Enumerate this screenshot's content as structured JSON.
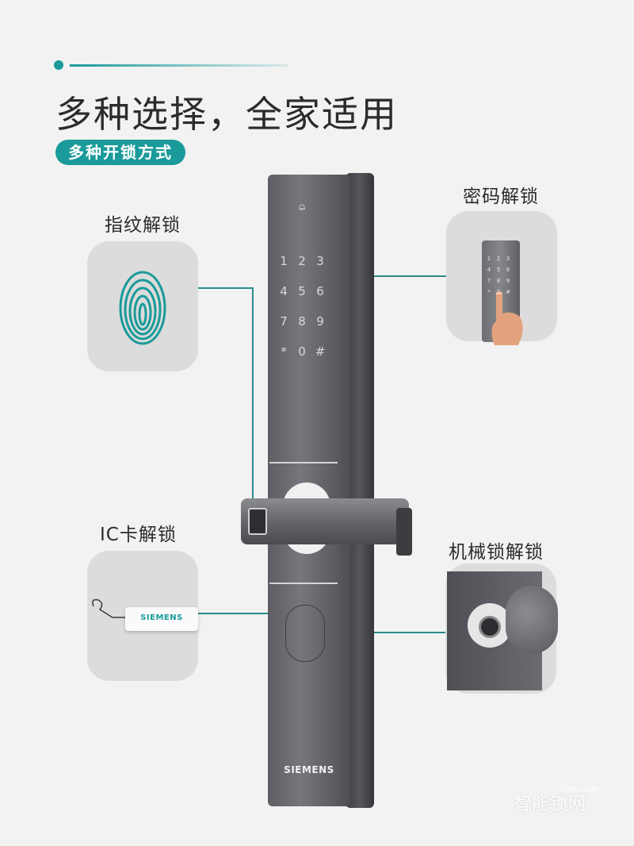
{
  "header": {
    "headline": "多种选择，全家适用",
    "subtag": "多种开锁方式"
  },
  "features": {
    "fingerprint": "指纹解锁",
    "password": "密码解锁",
    "ic_card": "IC卡解锁",
    "mechanical": "机械锁解锁"
  },
  "lock": {
    "brand": "SIEMENS",
    "keys": [
      "1",
      "2",
      "3",
      "4",
      "5",
      "6",
      "7",
      "8",
      "9",
      "*",
      "0",
      "#"
    ]
  },
  "ic_tag": {
    "brand": "SIEMENS"
  },
  "watermark": {
    "text": "智能锁网",
    "url": "Chixin.com"
  },
  "colors": {
    "accent": "#1a9a9a",
    "background": "#f2f2f2",
    "lock_body": "#6a6c71"
  }
}
